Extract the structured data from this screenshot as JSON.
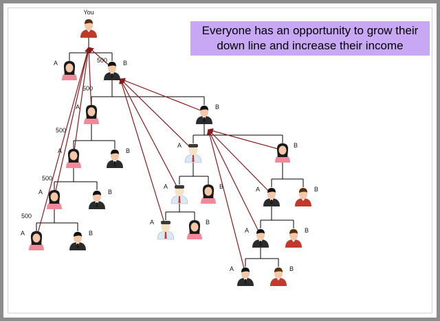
{
  "callout": {
    "line1": "Everyone has an opportunity to grow their",
    "line2": "down line and increase their income"
  },
  "root_label": "You",
  "colors": {
    "arrow": "#8b1a1a",
    "line": "#000000",
    "callout_bg": "#c8a7f4",
    "skin": "#f4c7a8",
    "woman_dress": "#f08a9a",
    "suit": "#2b2b2b",
    "shirt_red": "#c0392b",
    "shirt_light": "#dbe7f2"
  },
  "nodes": [
    {
      "id": "you",
      "type": "man-red",
      "label": "You"
    },
    {
      "id": "a1",
      "type": "woman",
      "label": "A"
    },
    {
      "id": "b1",
      "type": "man-suit",
      "label": "B"
    },
    {
      "id": "a2",
      "type": "woman",
      "label": "A"
    },
    {
      "id": "b2",
      "type": "man-suit",
      "label": "B"
    },
    {
      "id": "a3",
      "type": "woman",
      "label": "A"
    },
    {
      "id": "b3",
      "type": "man-suit",
      "label": "B"
    },
    {
      "id": "a4",
      "type": "woman",
      "label": "A"
    },
    {
      "id": "b4",
      "type": "man-suit",
      "label": "B"
    },
    {
      "id": "a5",
      "type": "woman",
      "label": "A"
    },
    {
      "id": "b5",
      "type": "man-suit",
      "label": "B"
    },
    {
      "id": "a6",
      "type": "doctor",
      "label": "A"
    },
    {
      "id": "b6",
      "type": "woman",
      "label": "B"
    },
    {
      "id": "a7",
      "type": "doctor",
      "label": "A"
    },
    {
      "id": "b7",
      "type": "woman",
      "label": "B"
    },
    {
      "id": "a8",
      "type": "doctor",
      "label": "A"
    },
    {
      "id": "b8",
      "type": "woman",
      "label": "B"
    },
    {
      "id": "a9",
      "type": "man-suit",
      "label": "A"
    },
    {
      "id": "b9",
      "type": "man-red",
      "label": "B"
    },
    {
      "id": "a10",
      "type": "man-suit",
      "label": "A"
    },
    {
      "id": "b10",
      "type": "man-red",
      "label": "B"
    },
    {
      "id": "a11",
      "type": "man-suit",
      "label": "A"
    },
    {
      "id": "b11",
      "type": "man-red",
      "label": "B"
    }
  ],
  "edges": [
    {
      "from": "you",
      "to": "a1"
    },
    {
      "from": "you",
      "to": "b1"
    },
    {
      "from": "b1",
      "to": "a2"
    },
    {
      "from": "b1",
      "to": "b2"
    },
    {
      "from": "a2",
      "to": "a3"
    },
    {
      "from": "a2",
      "to": "b3"
    },
    {
      "from": "a3",
      "to": "a4"
    },
    {
      "from": "a3",
      "to": "b4"
    },
    {
      "from": "a4",
      "to": "a5"
    },
    {
      "from": "a4",
      "to": "b5"
    },
    {
      "from": "b2",
      "to": "a6"
    },
    {
      "from": "b2",
      "to": "b6"
    },
    {
      "from": "a6",
      "to": "a7"
    },
    {
      "from": "a6",
      "to": "b7"
    },
    {
      "from": "a7",
      "to": "a8"
    },
    {
      "from": "a7",
      "to": "b8"
    },
    {
      "from": "b6",
      "to": "a9"
    },
    {
      "from": "b6",
      "to": "b9"
    },
    {
      "from": "a9",
      "to": "a10"
    },
    {
      "from": "a9",
      "to": "b10"
    },
    {
      "from": "a10",
      "to": "a11"
    },
    {
      "from": "a10",
      "to": "b11"
    }
  ],
  "arrows": [
    {
      "from": "b1",
      "to": "you",
      "label": "500"
    },
    {
      "from": "a2",
      "to": "you",
      "label": "500"
    },
    {
      "from": "a3",
      "to": "you",
      "label": "500"
    },
    {
      "from": "a4",
      "to": "you",
      "label": "500"
    },
    {
      "from": "a5",
      "to": "you",
      "label": "500"
    },
    {
      "from": "b2",
      "to": "b1",
      "label": ""
    },
    {
      "from": "a6",
      "to": "b1",
      "label": ""
    },
    {
      "from": "a7",
      "to": "b1",
      "label": ""
    },
    {
      "from": "a8",
      "to": "b1",
      "label": ""
    },
    {
      "from": "b6",
      "to": "b2",
      "label": ""
    },
    {
      "from": "a9",
      "to": "b2",
      "label": ""
    },
    {
      "from": "a10",
      "to": "b2",
      "label": ""
    },
    {
      "from": "a11",
      "to": "b2",
      "label": ""
    }
  ]
}
